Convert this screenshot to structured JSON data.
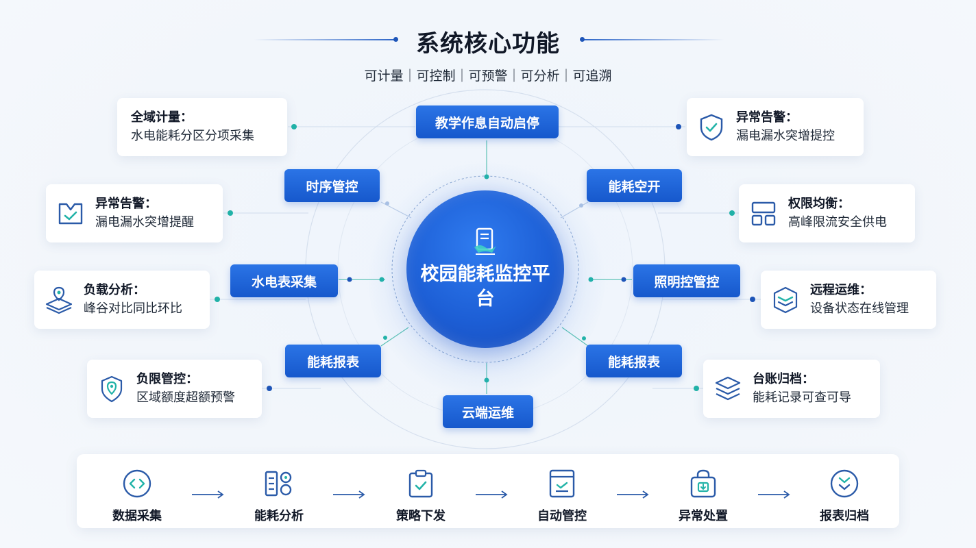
{
  "title": "系统核心功能",
  "subtitle": "可计量｜可控制｜可预警｜可分析｜可追溯",
  "center": {
    "title": "校园能耗监控平台",
    "icon": "document-icon"
  },
  "pills": {
    "teaching": "教学作息自动启停",
    "timing": "时序管控",
    "breaker": "能耗空开",
    "meter": "水电表采集",
    "lighting": "照明控管控",
    "report_left": "能耗报表",
    "report_right": "能耗报表",
    "cloud": "云端运维"
  },
  "cards": {
    "global_metering": {
      "title": "全域计量：",
      "desc": "水电能耗分区分项采集"
    },
    "alarm_right": {
      "title": "异常告警：",
      "desc": "漏电漏水突增提控",
      "icon": "shield-check-icon"
    },
    "alarm_left": {
      "title": "异常告警：",
      "desc": "漏电漏水突增提醒",
      "icon": "inbox-check-icon"
    },
    "permission": {
      "title": "权限均衡：",
      "desc": "高峰限流安全供电",
      "icon": "grid-blocks-icon"
    },
    "load": {
      "title": "负载分析：",
      "desc": "峰谷对比同比环比",
      "icon": "map-layers-pin-icon"
    },
    "remote": {
      "title": "远程运维：",
      "desc": "设备状态在线管理",
      "icon": "layered-box-icon"
    },
    "limit": {
      "title": "负限管控：",
      "desc": "区域额度超额预警",
      "icon": "location-pin-icon"
    },
    "ledger": {
      "title": "台账归档：",
      "desc": "能耗记录可查可导",
      "icon": "stack-layers-icon"
    }
  },
  "process": [
    {
      "label": "数据采集",
      "icon": "code-circle-icon"
    },
    {
      "label": "能耗分析",
      "icon": "analysis-list-icon"
    },
    {
      "label": "策略下发",
      "icon": "clipboard-check-icon"
    },
    {
      "label": "自动管控",
      "icon": "control-panel-icon"
    },
    {
      "label": "异常处置",
      "icon": "lock-box-icon"
    },
    {
      "label": "报表归档",
      "icon": "archive-circle-icon"
    }
  ],
  "colors": {
    "primary": "#1d5fd6",
    "teal": "#22b3a8",
    "dark": "#1e55b8",
    "icon_stroke": "#2a5aa8"
  }
}
